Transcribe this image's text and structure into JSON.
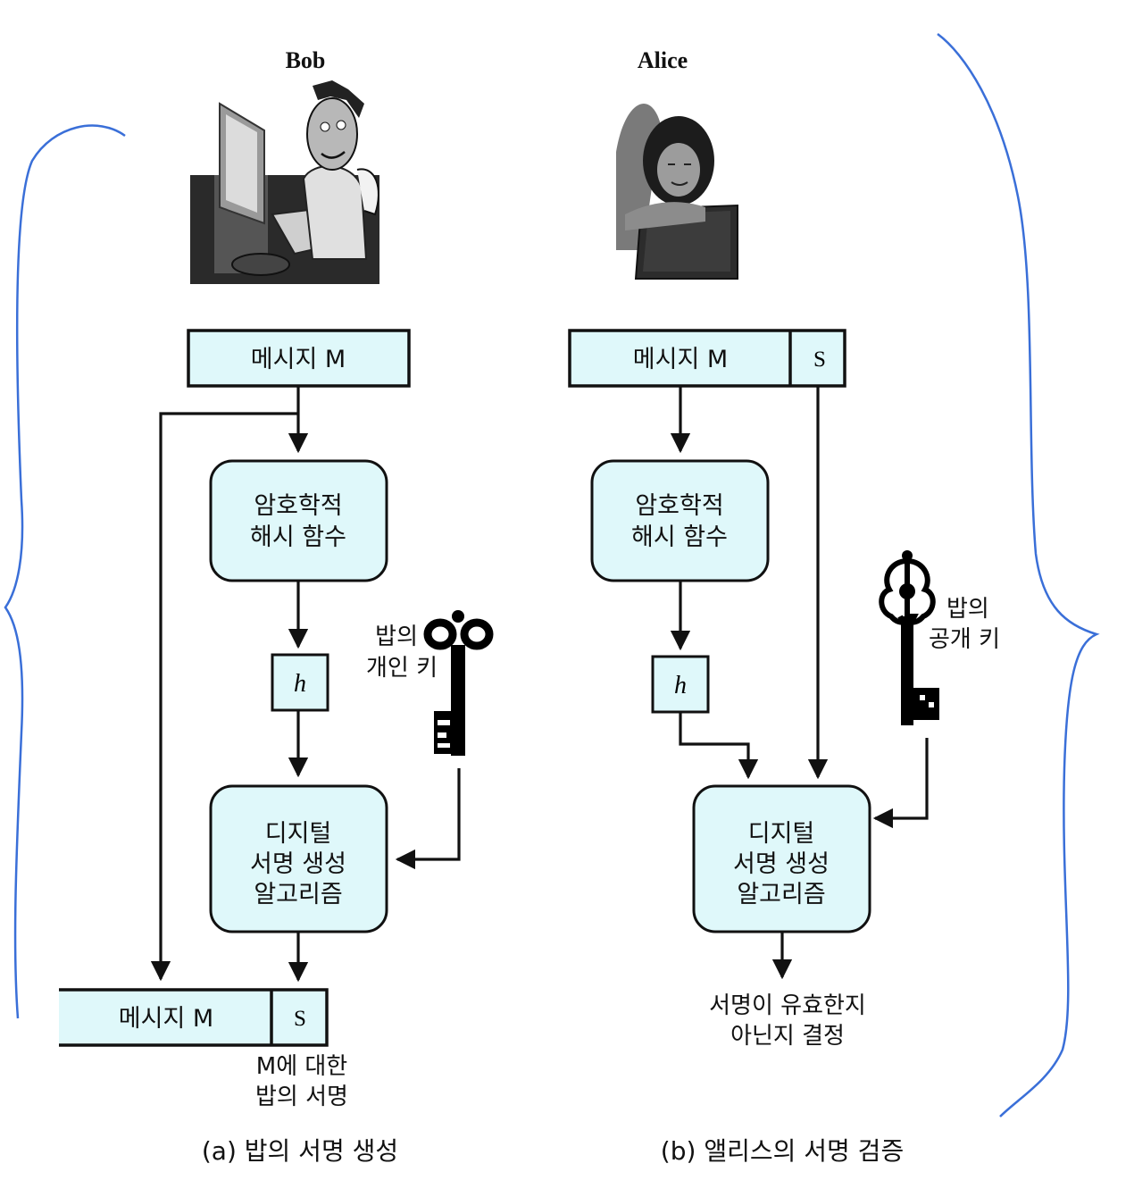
{
  "people": {
    "bob": "Bob",
    "alice": "Alice"
  },
  "left": {
    "message_top": "메시지 M",
    "hash_box": [
      "암호학적",
      "해시 함수"
    ],
    "h_label": "h",
    "private_key_label": [
      "밥의",
      "개인 키"
    ],
    "sign_box": [
      "디지털",
      "서명 생성",
      "알고리즘"
    ],
    "message_bottom": "메시지 M",
    "s_label": "S",
    "signature_caption": [
      "M에 대한",
      "밥의 서명"
    ],
    "caption": "(a) 밥의 서명 생성"
  },
  "right": {
    "message_top": "메시지 M",
    "s_label": "S",
    "hash_box": [
      "암호학적",
      "해시 함수"
    ],
    "h_label": "h",
    "public_key_label": [
      "밥의",
      "공개 키"
    ],
    "verify_box": [
      "디지털",
      "서명 생성",
      "알고리즘"
    ],
    "result": [
      "서명이 유효한지",
      "아닌지 결정"
    ],
    "caption": "(b) 앨리스의 서명 검증"
  },
  "colors": {
    "box_fill": "#dff8fa",
    "stroke": "#111111",
    "brace": "#3a6fd8"
  }
}
